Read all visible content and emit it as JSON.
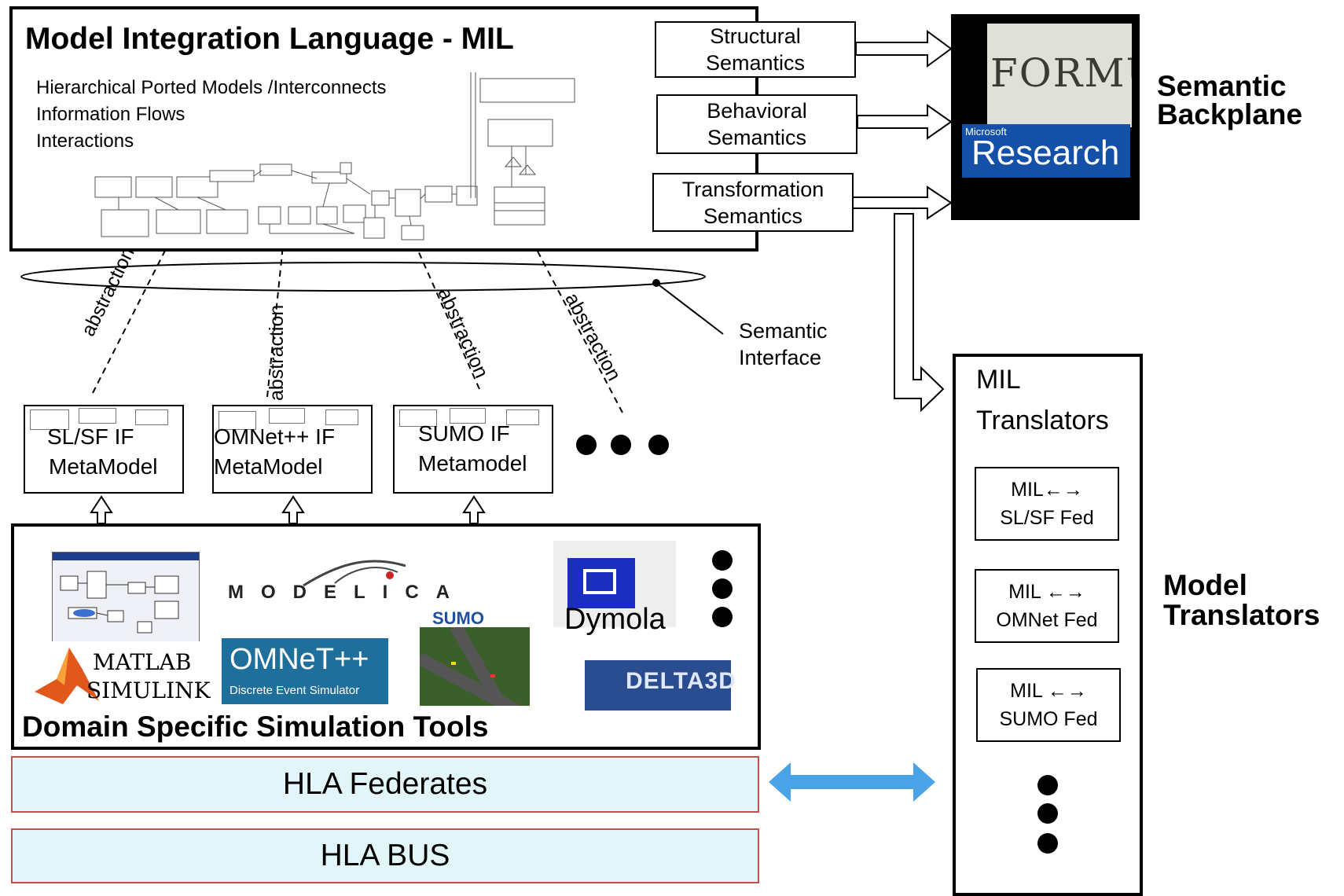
{
  "mil": {
    "title": "Model Integration Language - MIL",
    "features": [
      "Hierarchical Ported Models /Interconnects",
      "Information Flows",
      "Interactions"
    ]
  },
  "semantics": {
    "structural": [
      "Structural",
      "Semantics"
    ],
    "behavioral": [
      "Behavioral",
      "Semantics"
    ],
    "transformation": [
      "Transformation",
      "Semantics"
    ]
  },
  "backplane": {
    "label": [
      "Semantic",
      "Backplane"
    ],
    "formula_logo": "FORMULA",
    "msr_logo_small": "Microsoft",
    "msr_logo_big": "Research"
  },
  "semantic_interface": [
    "Semantic",
    "Interface"
  ],
  "abstraction_label": "abstraction",
  "metamodels": [
    [
      "SL/SF IF",
      "MetaModel"
    ],
    [
      "OMNet++ IF",
      "MetaModel"
    ],
    [
      "SUMO IF",
      "Metamodel"
    ]
  ],
  "tools": {
    "title": "Domain Specific Simulation Tools",
    "modelica": "MODELICA",
    "dymola": "Dymola",
    "sumo": "SUMO",
    "matlab": [
      "MATLAB",
      "SIMULINK"
    ],
    "omnet": [
      "OMNeT++",
      "Discrete Event Simulator"
    ],
    "delta3d": "DELTA3D"
  },
  "hla": {
    "federates": "HLA Federates",
    "bus": "HLA BUS"
  },
  "translators": {
    "title": [
      "MIL",
      "Translators"
    ],
    "label": [
      "Model",
      "Translators"
    ],
    "items": [
      [
        "MIL←→",
        "SL/SF Fed"
      ],
      [
        "MIL ←→",
        "OMNet Fed"
      ],
      [
        "MIL ←→",
        "SUMO Fed"
      ]
    ]
  },
  "colors": {
    "hla_fill": "#e2f5f8",
    "hla_border": "#c0504d",
    "double_arrow": "#4aa3e6",
    "msr_blue": "#1550a8",
    "dymola_blue": "#1a2fc0"
  }
}
